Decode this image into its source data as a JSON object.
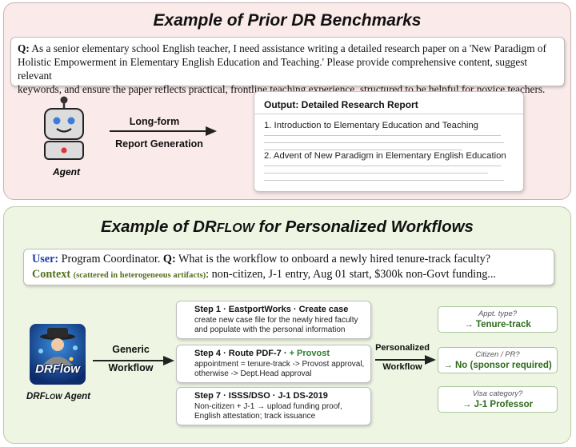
{
  "prior": {
    "title": "Example of Prior DR Benchmarks",
    "question_prefix": "Q:",
    "question_lines": [
      "As a senior elementary school English teacher, I need assistance writing a detailed research paper on a 'New Paradigm of",
      "Holistic Empowerment in Elementary English Education and Teaching.' Please provide comprehensive content, suggest relevant",
      "keywords, and ensure the paper reflects practical, frontline teaching experience, structured to be helpful for novice teachers."
    ],
    "agent_label": "Agent",
    "arrow_label_top": "Long-form",
    "arrow_label_bottom": "Report Generation",
    "report": {
      "title": "Output: Detailed Research Report",
      "items": [
        "1. Introduction to Elementary Education and Teaching",
        "2. Advent of New Paradigm in Elementary English Education"
      ]
    }
  },
  "drflow": {
    "title_prefix": "Example of DR",
    "title_small_caps": "Flow",
    "title_suffix": " for Personalized Workflows",
    "user_label": "User:",
    "user_text": "Program Coordinator.",
    "q_label": "Q:",
    "question": "What is the workflow to onboard a newly hired tenure-track faculty?",
    "context_label": "Context",
    "context_note": "(scattered in heterogeneous artifacts)",
    "context_text": ": non-citizen, J-1 entry, Aug 01 start, $300k non-Govt funding...",
    "logo_text": "DRFlow",
    "agent_prefix": "DRF",
    "agent_small_caps": "low",
    "agent_suffix": " Agent",
    "generic_label_top": "Generic",
    "generic_label_bottom": "Workflow",
    "personalized_label_top": "Personalized",
    "personalized_label_bottom": "Workflow",
    "steps": [
      {
        "title": "Step 1 · EastportWorks · Create case",
        "title_extra": "",
        "lines": [
          "create new case file for the newly hired faculty",
          "and populate with the personal information"
        ]
      },
      {
        "title": "Step 4 · Route PDF-7 · ",
        "title_extra": "+ Provost",
        "lines": [
          "appointment = tenure-track -> Provost approval,",
          "otherwise -> Dept.Head approval"
        ]
      },
      {
        "title": "Step 7 · ISSS/DSO · J-1 DS-2019",
        "title_extra": "",
        "lines": [
          "Non-citizen + J-1 → upload funding proof,",
          "English attestation; track issuance"
        ]
      }
    ],
    "answers": [
      {
        "question": "Appt. type?",
        "answer": "→ Tenure-track"
      },
      {
        "question": "Citizen / PR?",
        "answer": "→ No (sponsor required)"
      },
      {
        "question": "Visa category?",
        "answer": "→ J-1 Professor"
      }
    ]
  },
  "colors": {
    "top_bg": "#fbeaea",
    "bottom_bg": "#eef5e3",
    "user_blue": "#1f3aa8",
    "context_olive": "#55711e",
    "answer_green": "#2e6b1a",
    "provost_green": "#2e7d32"
  }
}
